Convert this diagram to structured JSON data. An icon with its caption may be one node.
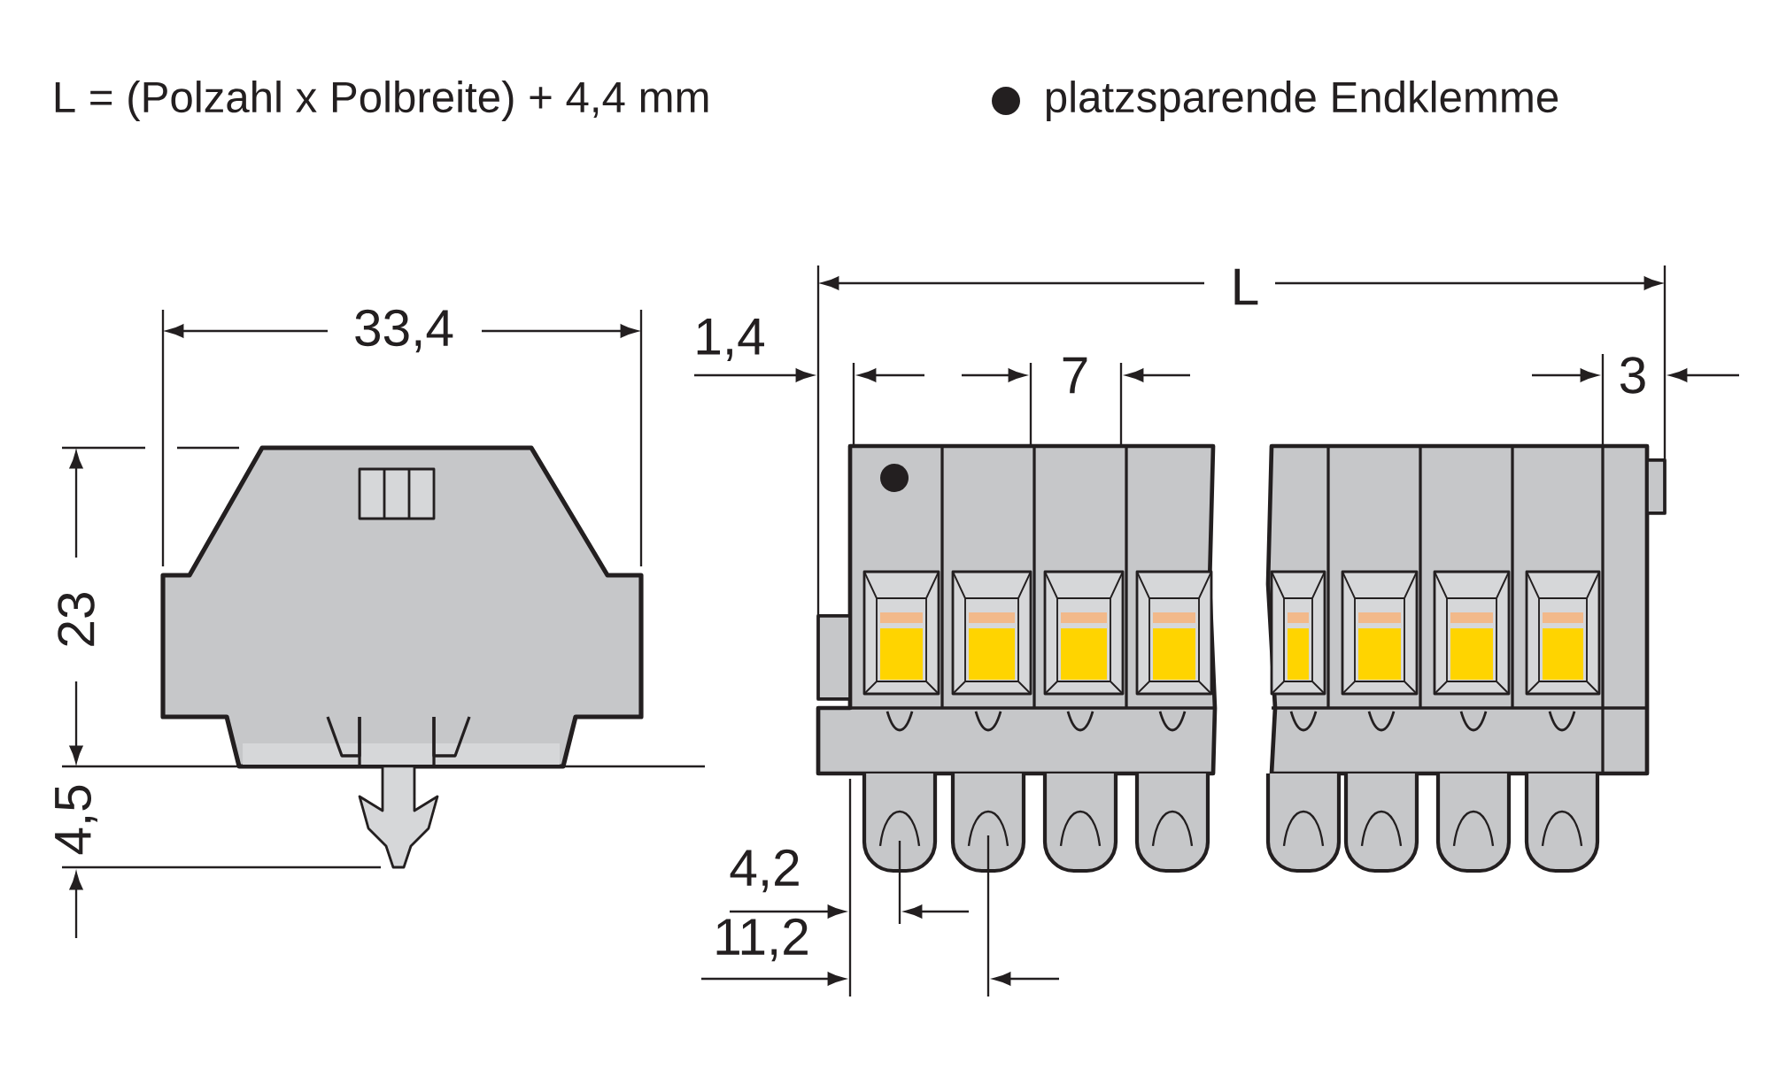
{
  "diagram": {
    "labels": [
      "L = (Polzahl x Polbreite) + 4,4 mm",
      "33,4",
      "23",
      "4,5",
      "L",
      "1,4",
      "7",
      "3",
      "4,2",
      "11,2"
    ],
    "legend": [
      {
        "text": "platzsparende Endklemme"
      }
    ]
  }
}
